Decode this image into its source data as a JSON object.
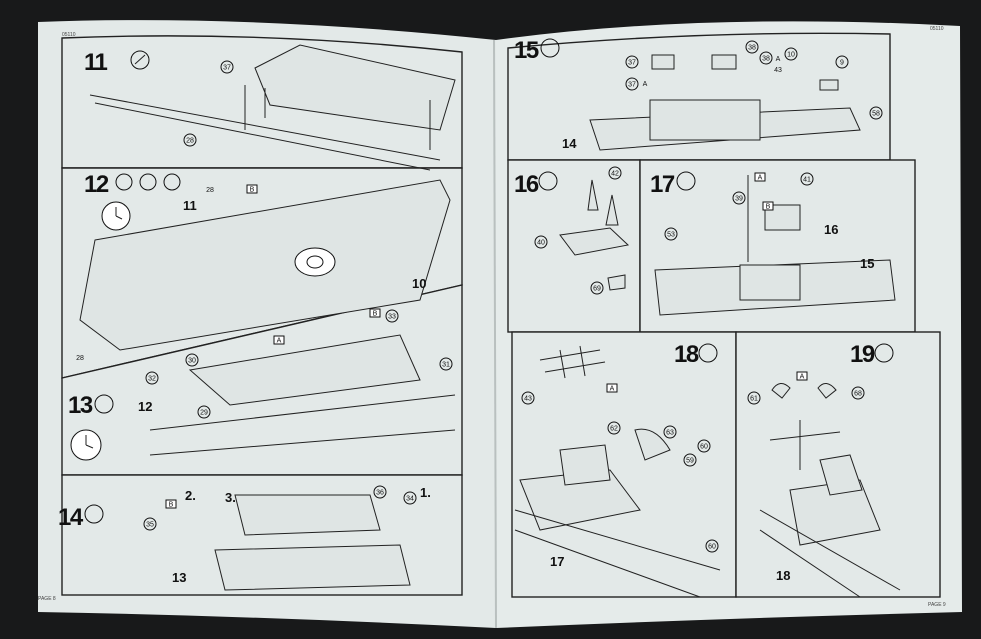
{
  "booklet": {
    "kit_code_left": "05110",
    "kit_code_right": "05110",
    "page_left": "PAGE 8",
    "page_right": "PAGE 9"
  },
  "steps": [
    {
      "number": "11",
      "callouts": [
        "37",
        "28"
      ]
    },
    {
      "number": "12",
      "callouts": [
        "28",
        "11",
        "10",
        "28",
        "B"
      ]
    },
    {
      "number": "13",
      "callouts": [
        "33",
        "30",
        "31",
        "32",
        "29",
        "12",
        "A",
        "B"
      ]
    },
    {
      "number": "14",
      "callouts": [
        "2.",
        "3.",
        "1.",
        "36",
        "34",
        "35",
        "13",
        "B"
      ]
    },
    {
      "number": "15",
      "callouts": [
        "37",
        "37",
        "38",
        "38",
        "10",
        "43",
        "9",
        "58",
        "14",
        "A",
        "A"
      ]
    },
    {
      "number": "16",
      "callouts": [
        "42",
        "40",
        "69"
      ]
    },
    {
      "number": "17",
      "callouts": [
        "39",
        "41",
        "53",
        "16",
        "15",
        "A",
        "B"
      ]
    },
    {
      "number": "18",
      "callouts": [
        "43",
        "62",
        "63",
        "60",
        "59",
        "60",
        "17",
        "A"
      ]
    },
    {
      "number": "19",
      "callouts": [
        "61",
        "68",
        "18",
        "A"
      ]
    }
  ],
  "icons": [
    "glue-icon",
    "clock-icon",
    "paint-icon"
  ]
}
